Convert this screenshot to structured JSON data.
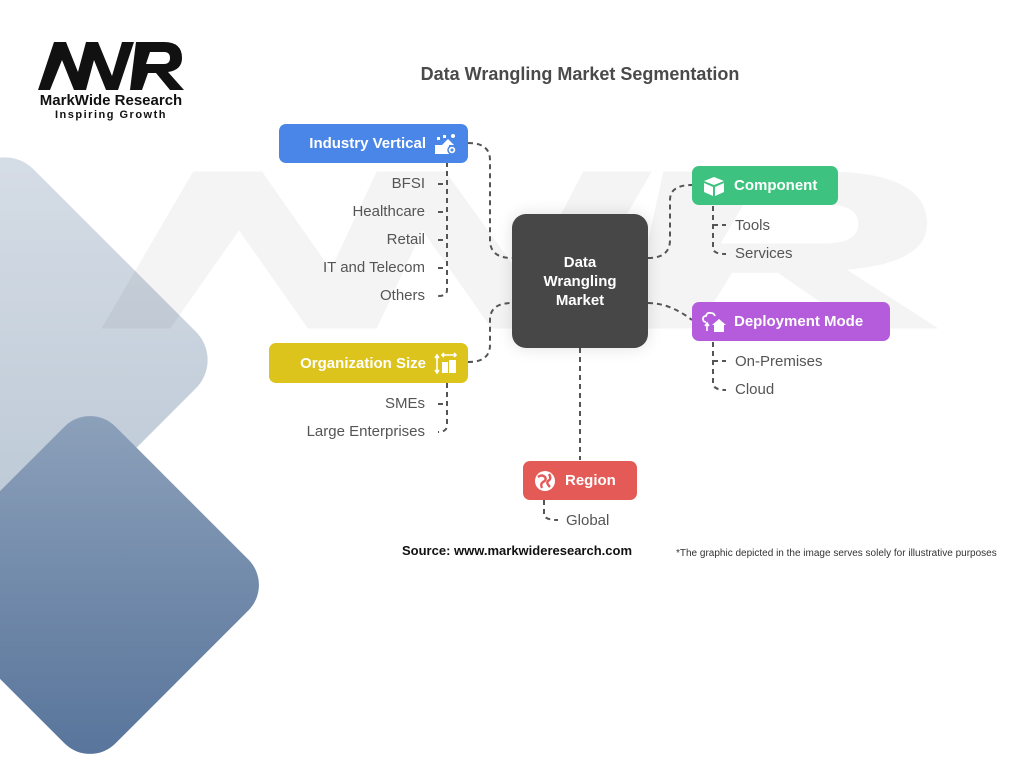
{
  "logo": {
    "name": "MarkWide Research",
    "tagline": "Inspiring Growth",
    "mark": "MWR"
  },
  "title": "Data Wrangling Market Segmentation",
  "center": {
    "line1": "Data",
    "line2": "Wrangling",
    "line3": "Market"
  },
  "segments": {
    "industry_vertical": {
      "label": "Industry Vertical",
      "icon": "industry-icon",
      "color": "#4a86e8",
      "items": [
        "BFSI",
        "Healthcare",
        "Retail",
        "IT and Telecom",
        "Others"
      ]
    },
    "organization_size": {
      "label": "Organization Size",
      "icon": "org-size-icon",
      "color": "#dcc41c",
      "items": [
        "SMEs",
        "Large Enterprises"
      ]
    },
    "component": {
      "label": "Component",
      "icon": "box-icon",
      "color": "#3ec27f",
      "items": [
        "Tools",
        "Services"
      ]
    },
    "deployment_mode": {
      "label": "Deployment Mode",
      "icon": "cloud-home-icon",
      "color": "#b45cdc",
      "items": [
        "On-Premises",
        "Cloud"
      ]
    },
    "region": {
      "label": "Region",
      "icon": "globe-icon",
      "color": "#e35a57",
      "items": [
        "Global"
      ]
    }
  },
  "footer": {
    "source": "Source: www.markwideresearch.com",
    "note": "*The graphic depicted in the image serves solely for illustrative purposes"
  }
}
